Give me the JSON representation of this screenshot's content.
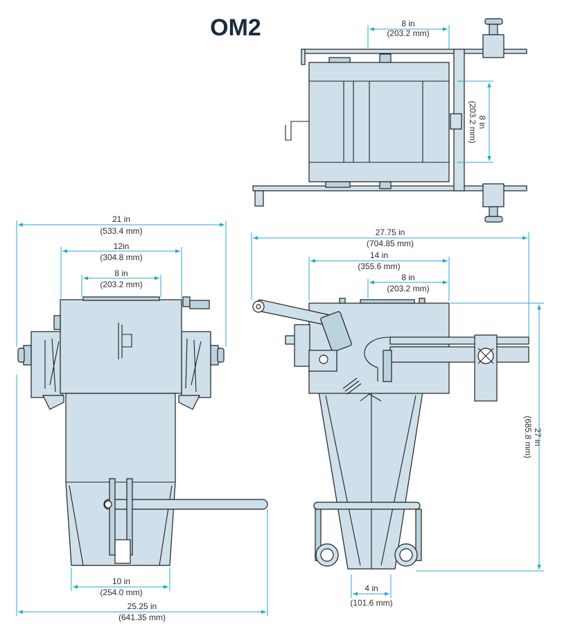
{
  "title": "OM2",
  "dimensions": {
    "top_width": {
      "imperial": "8 in",
      "metric": "(203.2 mm)"
    },
    "top_height": {
      "imperial": "8 in",
      "metric": "(203.2 mm)"
    },
    "front_overall": {
      "imperial": "21 in",
      "metric": "(533.4 mm)"
    },
    "front_12": {
      "imperial": "12in",
      "metric": "(304.8 mm)"
    },
    "front_8": {
      "imperial": "8 in",
      "metric": "(203.2 mm)"
    },
    "front_bottom": {
      "imperial": "10 in",
      "metric": "(254.0 mm)"
    },
    "front_handle": {
      "imperial": "25.25 in",
      "metric": "(641.35 mm)"
    },
    "side_overall": {
      "imperial": "27.75 in",
      "metric": "(704.85 mm)"
    },
    "side_14": {
      "imperial": "14 in",
      "metric": "(355.6 mm)"
    },
    "side_8": {
      "imperial": "8 in",
      "metric": "(203.2 mm)"
    },
    "side_height": {
      "imperial": "27 in",
      "metric": "(685.8 mm)"
    },
    "side_bottom": {
      "imperial": "4 in",
      "metric": "(101.6 mm)"
    }
  },
  "colors": {
    "dimension_line": "#29a7cf",
    "part_fill": "#cfe0ea",
    "outline": "#1f1f1f",
    "title": "#1a2b3c"
  }
}
